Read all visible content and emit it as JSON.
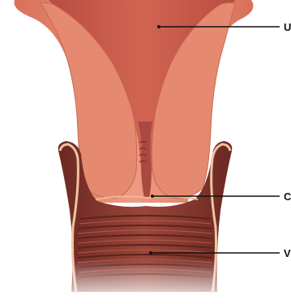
{
  "labels": {
    "uterus": "U",
    "cervix": "C",
    "vagina": "V"
  },
  "colors": {
    "background": "#ffffff",
    "outer_wall": "#e07e66",
    "outer_wall_light": "#ee9c84",
    "inner_cavity": "#c8584a",
    "canal": "#a84a40",
    "vaginal_wall": "#8a3c34",
    "vaginal_ridge": "#6e2a24",
    "rim_highlight": "#f4c8a4",
    "leader_line": "#111111"
  }
}
